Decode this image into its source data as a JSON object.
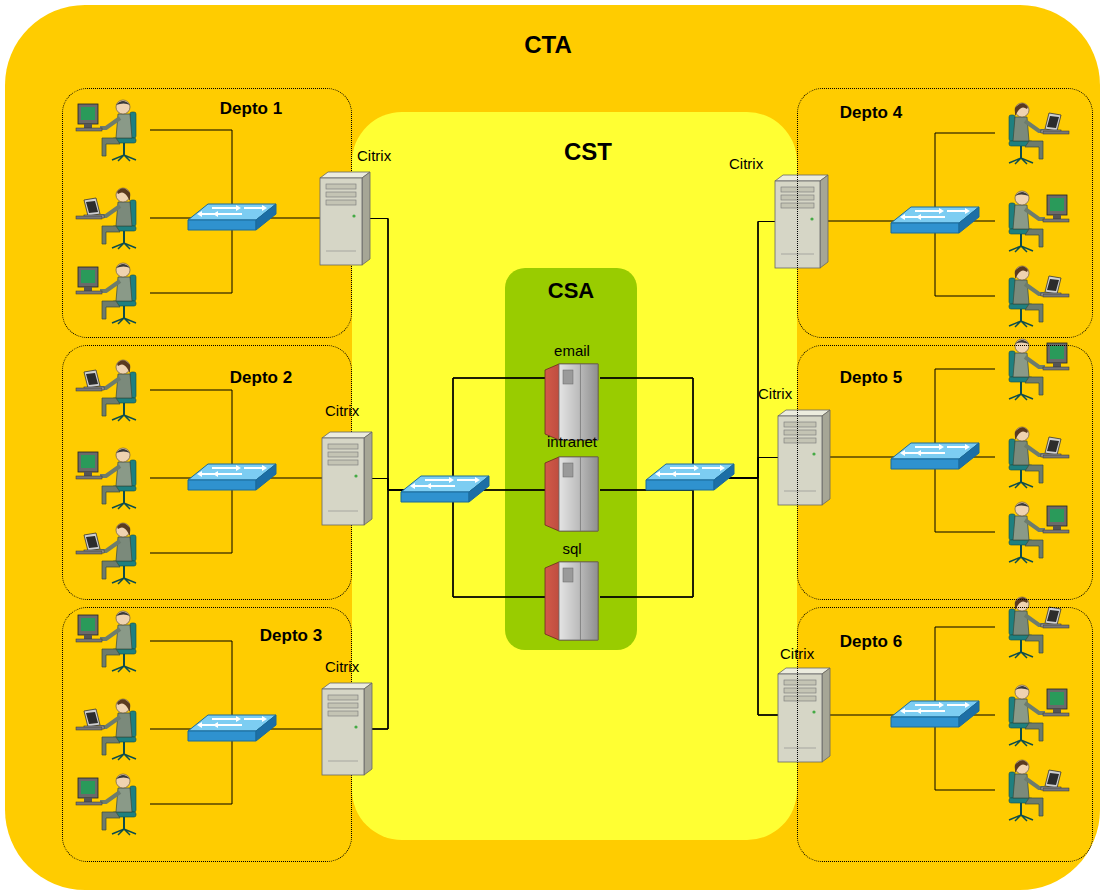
{
  "diagram": {
    "nodes": [
      {
        "text": [
          "CTA"
        ]
      },
      {
        "text": [
          "Depto 1"
        ],
        "in": 0
      },
      {
        "text": [
          "Depto 2"
        ],
        "in": 0
      },
      {
        "text": [
          "Depto 3"
        ],
        "in": 0
      },
      {
        "text": [
          "CST"
        ],
        "in": 0
      },
      {
        "text": [
          "Citrix"
        ],
        "in": 4
      },
      {
        "text": [
          "Citrix"
        ],
        "in": 4
      },
      {
        "text": [
          "Citrix"
        ],
        "in": 4
      },
      {
        "text": [
          "CSA"
        ],
        "in": 4
      },
      {
        "text": [
          "email"
        ],
        "in": 8
      },
      {
        "text": [
          "intranet"
        ],
        "in": 8
      },
      {
        "text": [
          "sql"
        ],
        "in": 8
      },
      {
        "text": [
          "Citrix"
        ],
        "in": 4
      },
      {
        "text": [
          "Citrix"
        ],
        "in": 4
      },
      {
        "text": [
          "Citrix"
        ],
        "in": 4
      },
      {
        "text": [
          "Depto 4"
        ],
        "in": 0
      },
      {
        "text": [
          "Depto 5"
        ],
        "in": 0
      },
      {
        "text": [
          "Depto 6"
        ],
        "in": 0
      }
    ],
    "edges": [
      {
        "from": 5,
        "to": 9,
        "arrow": "none"
      },
      {
        "from": 5,
        "to": 10,
        "arrow": "none"
      },
      {
        "from": 5,
        "to": 11,
        "arrow": "none"
      },
      {
        "from": 6,
        "to": 9,
        "arrow": "none"
      },
      {
        "from": 6,
        "to": 10,
        "arrow": "none"
      },
      {
        "from": 6,
        "to": 11,
        "arrow": "none"
      },
      {
        "from": 7,
        "to": 9,
        "arrow": "none"
      },
      {
        "from": 7,
        "to": 10,
        "arrow": "none"
      },
      {
        "from": 7,
        "to": 11,
        "arrow": "none"
      },
      {
        "from": 12,
        "to": 9,
        "arrow": "none"
      },
      {
        "from": 12,
        "to": 10,
        "arrow": "none"
      },
      {
        "from": 12,
        "to": 11,
        "arrow": "none"
      },
      {
        "from": 13,
        "to": 9,
        "arrow": "none"
      },
      {
        "from": 13,
        "to": 10,
        "arrow": "none"
      },
      {
        "from": 13,
        "to": 11,
        "arrow": "none"
      },
      {
        "from": 14,
        "to": 9,
        "arrow": "none"
      },
      {
        "from": 14,
        "to": 10,
        "arrow": "none"
      },
      {
        "from": 14,
        "to": 11,
        "arrow": "none"
      }
    ]
  }
}
